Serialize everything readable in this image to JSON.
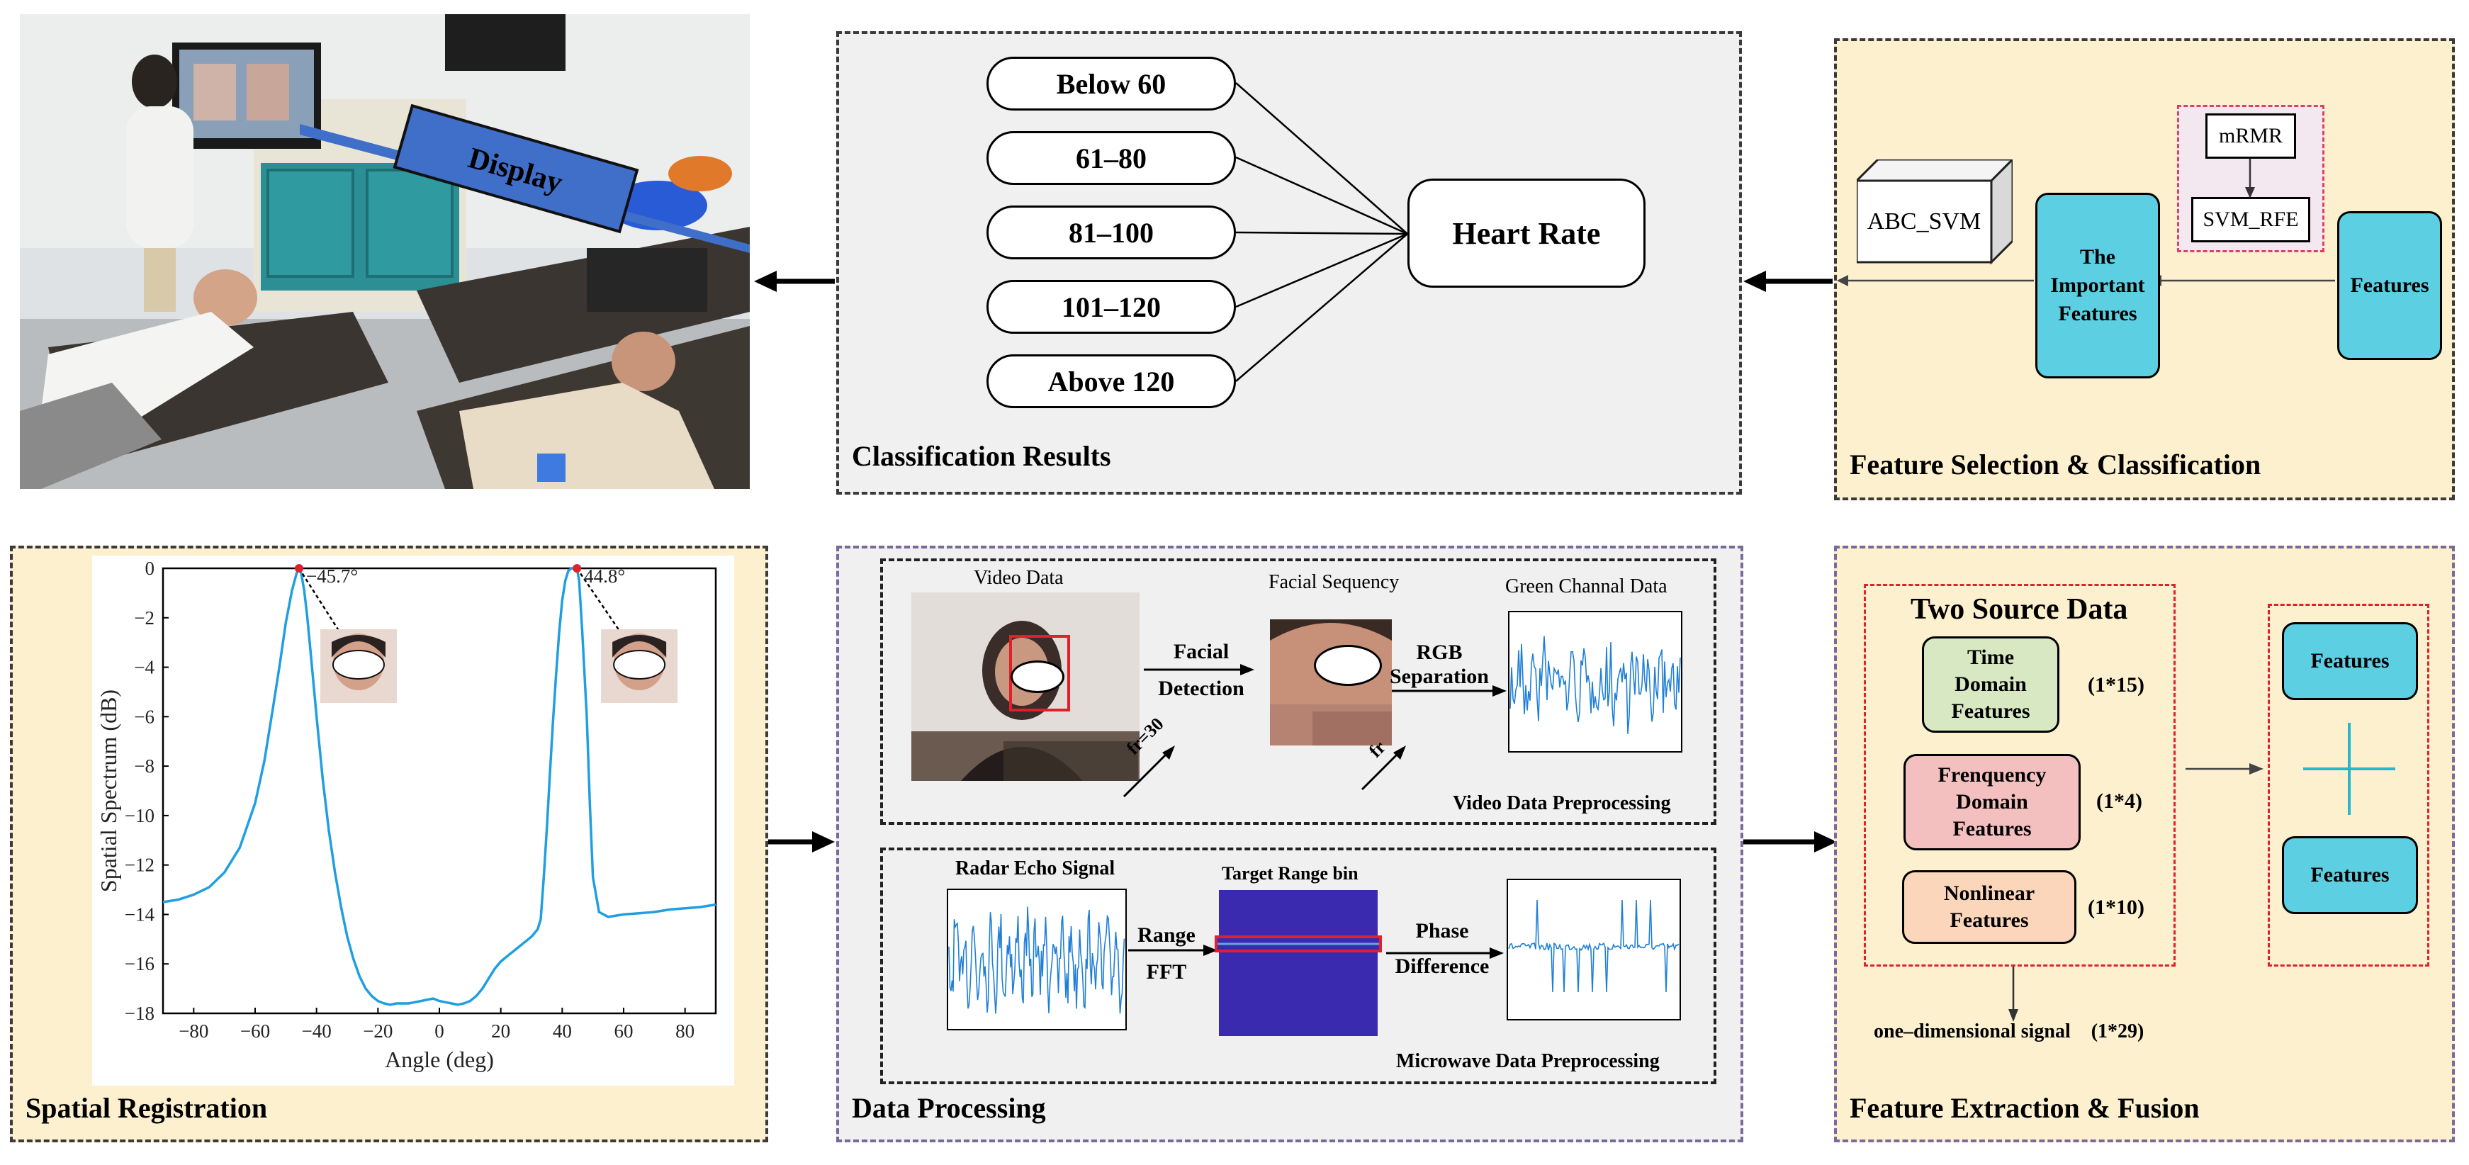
{
  "photo": {
    "display_label": "Display"
  },
  "classification": {
    "title": "Classification Results",
    "classes": [
      "Below 60",
      "61–80",
      "81–100",
      "101–120",
      "Above 120"
    ],
    "target": "Heart Rate"
  },
  "feature_selection": {
    "title": "Feature Selection & Classification",
    "classifier": "ABC_SVM",
    "important": [
      "The",
      "Important",
      "Features"
    ],
    "mrmr": "mRMR",
    "svm_rfe": "SVM_RFE",
    "features": "Features"
  },
  "spatial": {
    "title": "Spatial Registration",
    "chart_data": {
      "type": "line",
      "xlabel": "Angle (deg)",
      "ylabel": "Spatial Spectrum (dB)",
      "xlim": [
        -90,
        90
      ],
      "ylim": [
        -18,
        0
      ],
      "xticks": [
        "−80",
        "−60",
        "−40",
        "−20",
        "0",
        "20",
        "40",
        "60",
        "80"
      ],
      "yticks": [
        "0",
        "−2",
        "−4",
        "−6",
        "−8",
        "−10",
        "−12",
        "−14",
        "−16",
        "−18"
      ],
      "line_color": "#1f9fe0",
      "peak_color": "#e0202a",
      "peaks": [
        {
          "x": -45.7,
          "y": 0,
          "label": "−45.7°"
        },
        {
          "x": 44.8,
          "y": 0,
          "label": "44.8°"
        }
      ],
      "series": [
        {
          "x": [
            -90,
            -85,
            -80,
            -75,
            -70,
            -65,
            -60,
            -57,
            -54,
            -52,
            -50,
            -48,
            -46.5,
            -45.7,
            -45,
            -44,
            -43,
            -42,
            -40,
            -38,
            -36,
            -34,
            -32,
            -30,
            -28,
            -26,
            -24,
            -22,
            -20,
            -18,
            -16,
            -14,
            -12,
            -10,
            -8,
            -6,
            -4,
            -2,
            0,
            2,
            4,
            6,
            8,
            10,
            12,
            14,
            16,
            18,
            20,
            22,
            24,
            26,
            28,
            30,
            32,
            33,
            34,
            35,
            36,
            37,
            38,
            39,
            40,
            41,
            42,
            43,
            44,
            44.8,
            45.5,
            46.5,
            48,
            49,
            50,
            52,
            55,
            60,
            65,
            70,
            75,
            80,
            85,
            90
          ],
          "y": [
            -13.5,
            -13.4,
            -13.2,
            -12.9,
            -12.3,
            -11.3,
            -9.5,
            -7.8,
            -5.5,
            -3.9,
            -2.2,
            -0.9,
            -0.2,
            0,
            -0.2,
            -0.9,
            -2.0,
            -3.3,
            -6.0,
            -8.5,
            -10.6,
            -12.3,
            -13.7,
            -14.9,
            -15.8,
            -16.5,
            -17.0,
            -17.3,
            -17.5,
            -17.6,
            -17.65,
            -17.6,
            -17.6,
            -17.6,
            -17.55,
            -17.5,
            -17.45,
            -17.4,
            -17.5,
            -17.55,
            -17.6,
            -17.65,
            -17.6,
            -17.5,
            -17.3,
            -17.0,
            -16.6,
            -16.2,
            -15.9,
            -15.7,
            -15.5,
            -15.3,
            -15.1,
            -14.9,
            -14.6,
            -14.2,
            -12.5,
            -10.5,
            -8.3,
            -6.2,
            -4.3,
            -2.6,
            -1.3,
            -0.5,
            -0.1,
            0,
            0,
            0,
            -0.5,
            -2.5,
            -6.0,
            -9.5,
            -12.5,
            -13.9,
            -14.1,
            -14.0,
            -13.95,
            -13.9,
            -13.8,
            -13.75,
            -13.7,
            -13.6
          ]
        }
      ]
    }
  },
  "data_processing": {
    "title": "Data Processing",
    "video_data": "Video Data",
    "fr_video": "fr=30",
    "facial_1": "Facial",
    "facial_2": "Detection",
    "facial_sequency": "Facial Sequency",
    "fr": "fr",
    "rgb_1": "RGB",
    "rgb_2": "Separation",
    "green": "Green Channal Data",
    "video_pre": "Video Data Preprocessing",
    "radar_echo": "Radar Echo Signal",
    "range_1": "Range",
    "range_2": "FFT",
    "target_range": "Target Range bin",
    "phase_1": "Phase",
    "phase_2": "Difference",
    "micro_pre": "Microwave Data Preprocessing"
  },
  "feature_extraction": {
    "title": "Feature Extraction & Fusion",
    "two_source": "Two Source Data",
    "time": [
      "Time",
      "Domain",
      "Features"
    ],
    "time_dim": "(1*15)",
    "freq": [
      "Frenquency",
      "Domain",
      "Features"
    ],
    "freq_dim": "(1*4)",
    "nonlinear": [
      "Nonlinear",
      "Features"
    ],
    "nonlinear_dim": "(1*10)",
    "one_dim": "one–dimensional signal",
    "one_dim_size": "(1*29)",
    "features_a": "Features",
    "features_b": "Features"
  },
  "colors": {
    "panel_yellow": "#fdf0cf",
    "panel_gray": "#f0f0f0",
    "teal": "#5ccfe2",
    "green": "#d7e8c3",
    "pink": "#f3bfbf",
    "peach": "#fbd6bb",
    "display_blue": "#3f6fc9"
  }
}
